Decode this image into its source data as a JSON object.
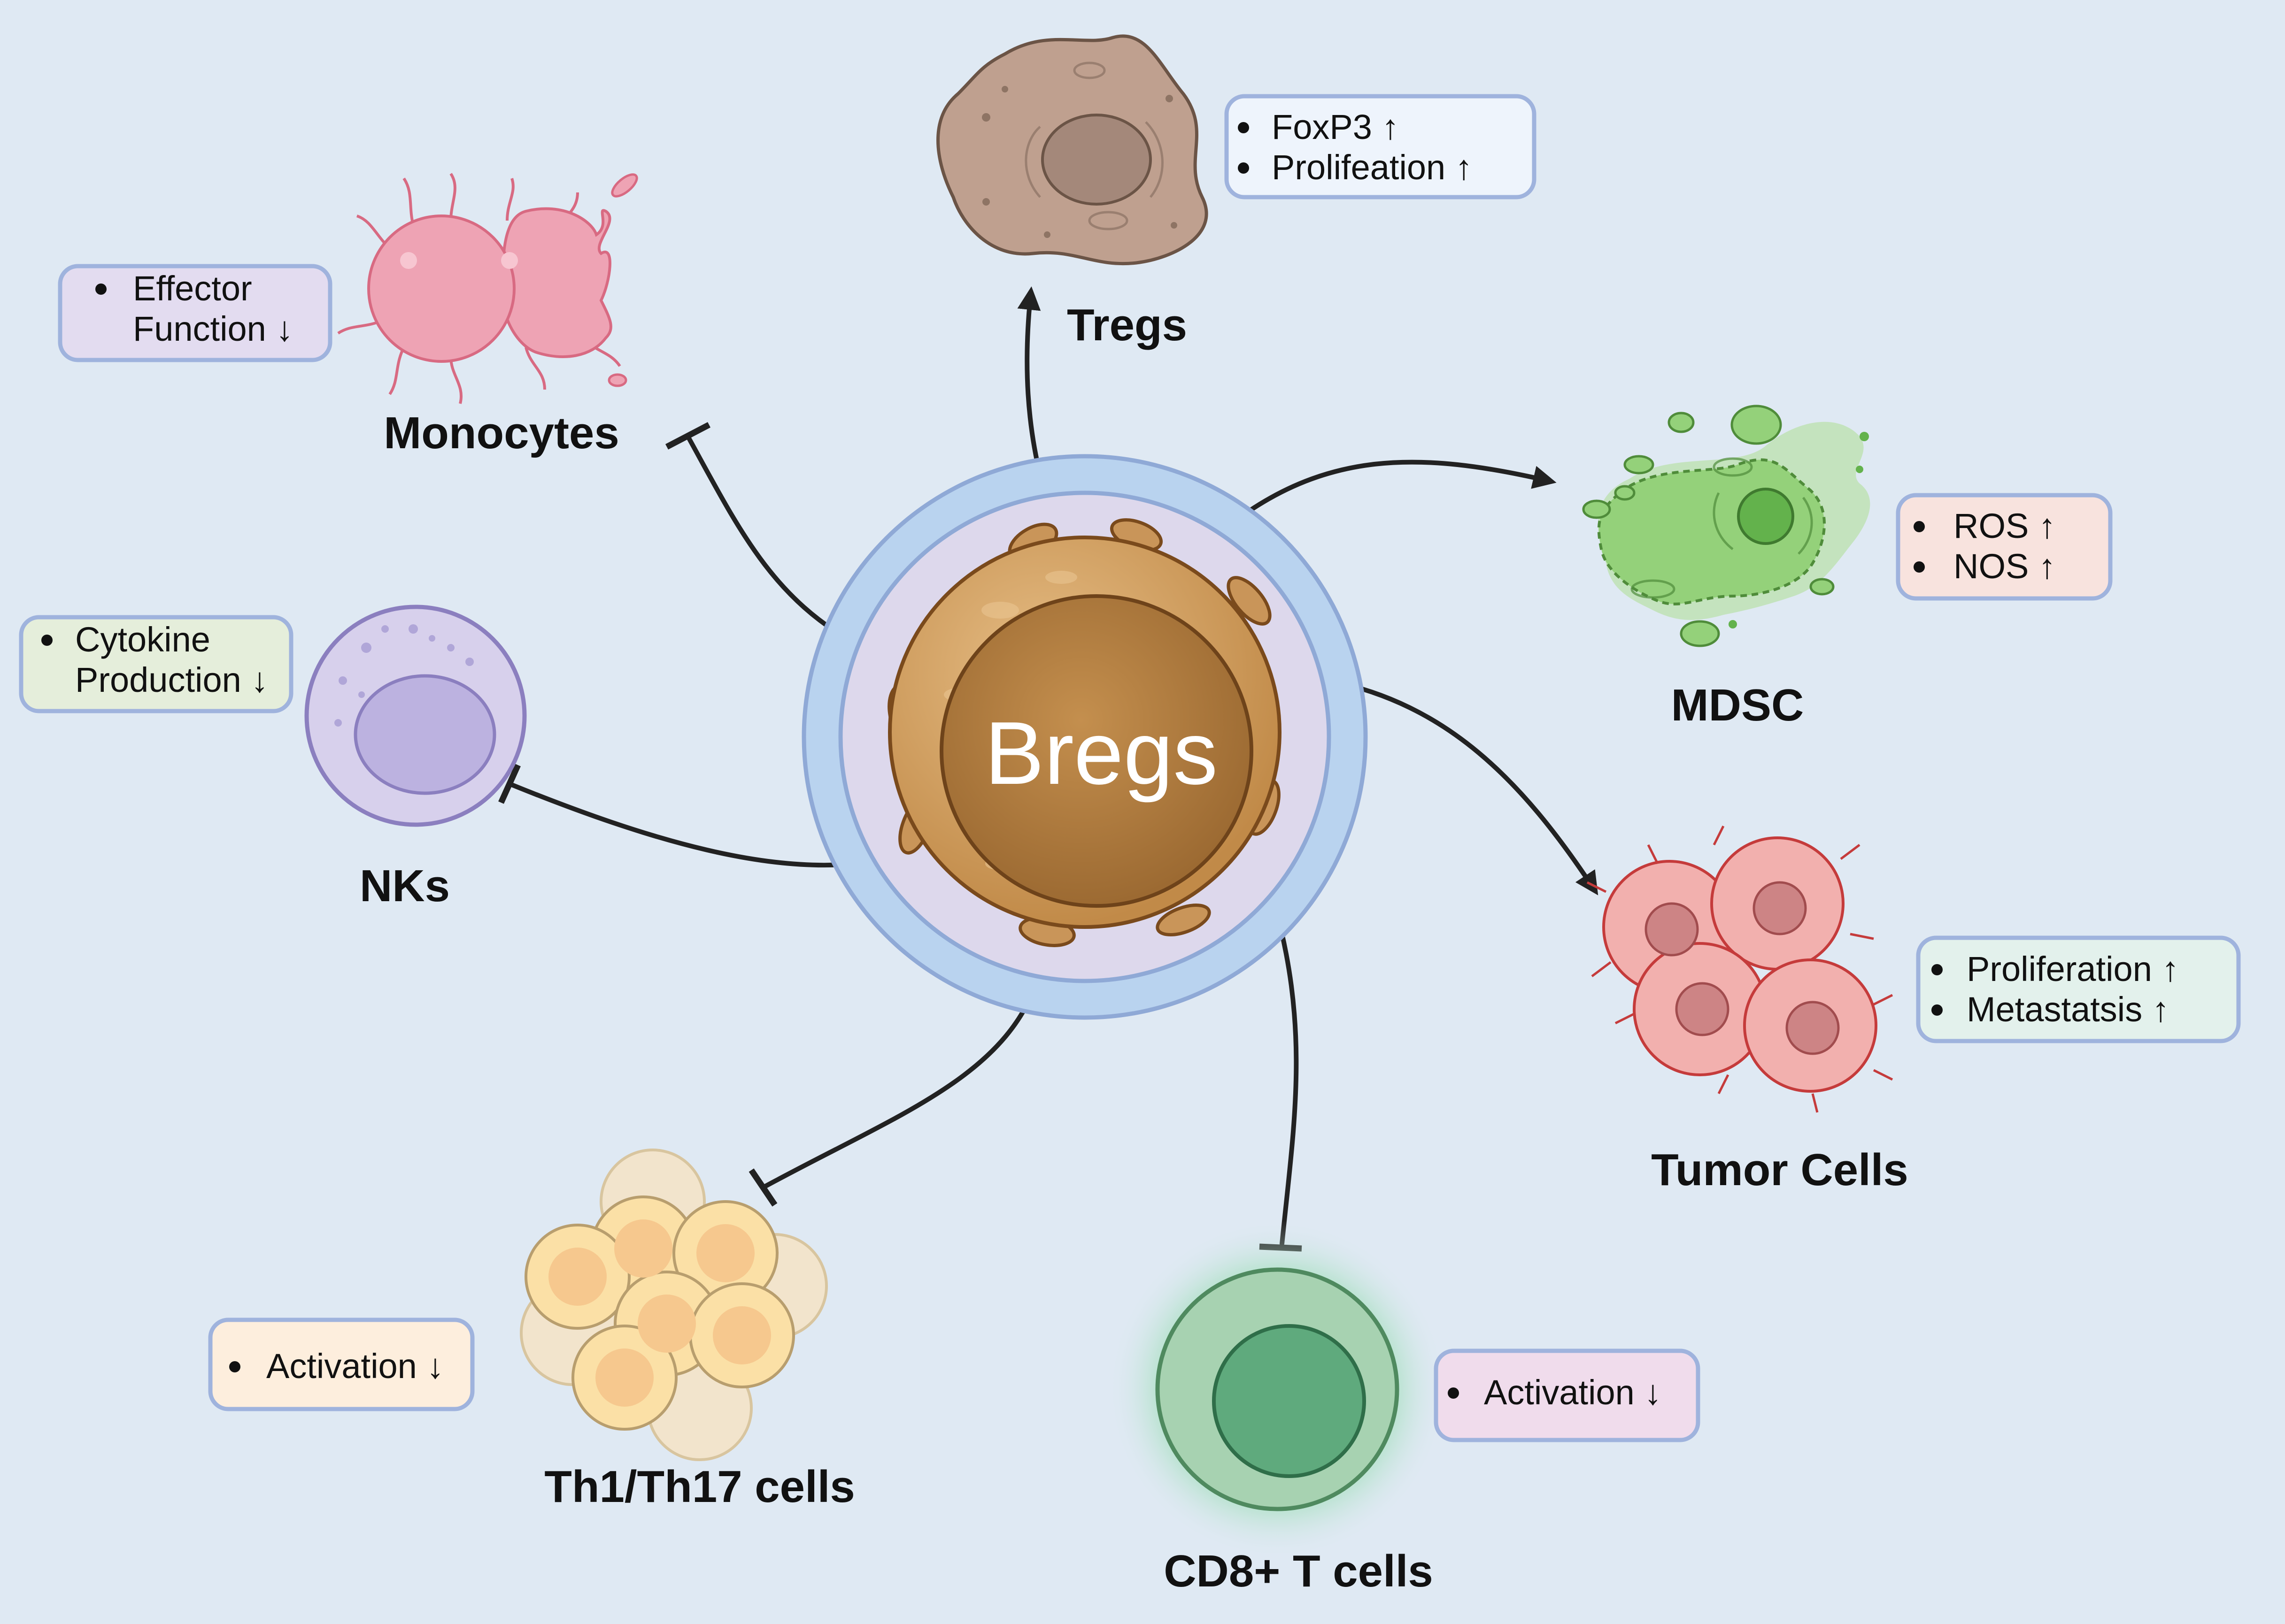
{
  "center": {
    "label": "Bregs"
  },
  "cells": {
    "tregs": {
      "label": "Tregs"
    },
    "monocytes": {
      "label": "Monocytes"
    },
    "mdsc": {
      "label": "MDSC"
    },
    "nks": {
      "label": "NKs"
    },
    "tumor": {
      "label": "Tumor Cells"
    },
    "th": {
      "label": "Th1/Th17 cells"
    },
    "cd8": {
      "label": "CD8+ T cells"
    }
  },
  "boxes": {
    "tregs": {
      "lines": [
        "FoxP3 ↑",
        "Prolifeation ↑"
      ],
      "fill": "#eef4fc",
      "stroke": "#9fb3dd"
    },
    "monocytes": {
      "lines": [
        "Effector",
        "Function ↓"
      ],
      "fill": "#e3dcf0",
      "stroke": "#9fb3dd"
    },
    "mdsc": {
      "lines": [
        "ROS ↑",
        "NOS ↑"
      ],
      "fill": "#f8e3de",
      "stroke": "#9fb3dd"
    },
    "nks": {
      "lines": [
        "Cytokine",
        "Production ↓"
      ],
      "fill": "#e5eedb",
      "stroke": "#9fb3dd"
    },
    "tumor": {
      "lines": [
        "Proliferation ↑",
        "Metastatsis  ↑"
      ],
      "fill": "#e3f1ec",
      "stroke": "#9fb3dd"
    },
    "th": {
      "lines": [
        "Activation ↓"
      ],
      "fill": "#fdeedd",
      "stroke": "#9fb3dd"
    },
    "cd8": {
      "lines": [
        "Activation ↓"
      ],
      "fill": "#f0dcec",
      "stroke": "#9fb3dd"
    }
  },
  "colors": {
    "background": "#dfe9f3",
    "breg_ring": "#b9d3ef",
    "breg_inner": "#ddd8ec",
    "breg_cell": "#cf9a5a",
    "breg_nucleus": "#b27c3e",
    "treg": "#bfa08f",
    "monocyte": "#eea3b4",
    "mdsc": "#94d17a",
    "nk": "#d7d0ec",
    "tumor": "#f2b0ae",
    "th": "#fbd68c",
    "cd8": "#a7d2b1"
  },
  "icons": [
    "treg-cell-icon",
    "monocyte-cell-icon",
    "mdsc-cell-icon",
    "nk-cell-icon",
    "tumor-cell-icon",
    "th-cell-icon",
    "cd8-cell-icon",
    "breg-cell-icon"
  ]
}
